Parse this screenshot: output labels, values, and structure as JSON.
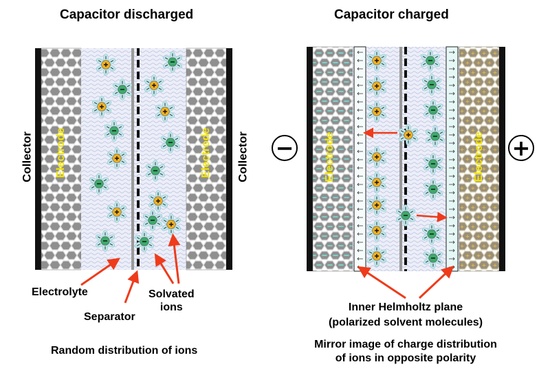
{
  "left": {
    "title": "Capacitor discharged",
    "collector_left": "Collector",
    "collector_right": "Collector",
    "electrode_left": "Electrode",
    "electrode_right": "Electrode",
    "label_electrolyte": "Electrolyte",
    "label_separator": "Separator",
    "label_solvated_1": "Solvated",
    "label_solvated_2": "ions",
    "caption": "Random distribution of ions"
  },
  "right": {
    "title": "Capacitor charged",
    "minus_symbol": "−",
    "plus_symbol": "+",
    "electrode_left": "Electrode",
    "electrode_right": "Electrode",
    "label_ihp_1": "Inner Helmholtz plane",
    "label_ihp_2": "(polarized solvent molecules)",
    "caption_1": "Mirror image of charge distribution",
    "caption_2": "of ions in opposite polarity"
  },
  "colors": {
    "cation": "#f0b020",
    "anion": "#3daa6a",
    "collector": "#111111",
    "electrode": "#9a9a9a",
    "electrolyte": "#e4e6f4",
    "arrow": "#ee3b1b"
  }
}
